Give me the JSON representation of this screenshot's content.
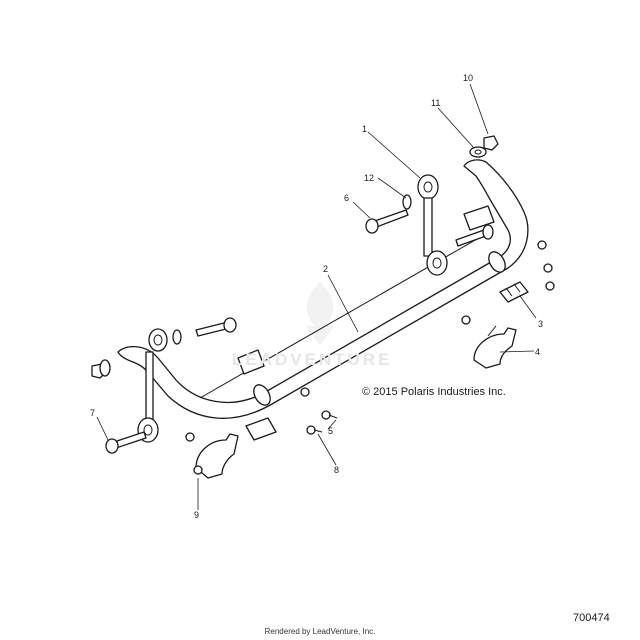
{
  "diagram": {
    "callouts": [
      "1",
      "2",
      "3",
      "4",
      "5",
      "6",
      "7",
      "8",
      "9",
      "10",
      "11",
      "12"
    ],
    "copyright": "© 2015 Polaris Industries Inc.",
    "document_number": "700474",
    "watermark": "LEADVENTURE",
    "footer": "Rendered by LeadVenture, Inc.",
    "colors": {
      "line": "#1a1a1a",
      "background": "#ffffff",
      "watermark": "#e6e6e6"
    }
  }
}
